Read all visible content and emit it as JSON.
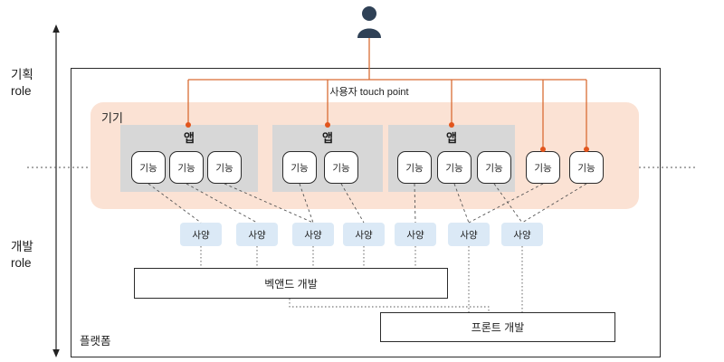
{
  "roles": {
    "planning": {
      "line1": "기획",
      "line2": "role"
    },
    "dev": {
      "line1": "개발",
      "line2": "role"
    }
  },
  "touch_point_label": "사용자 touch point",
  "device_label": "기기",
  "platform_label": "플랫폼",
  "apps": [
    {
      "label": "앱",
      "functions": [
        "기능",
        "기능",
        "기능"
      ]
    },
    {
      "label": "앱",
      "functions": [
        "기능",
        "기능"
      ]
    },
    {
      "label": "앱",
      "functions": [
        "기능",
        "기능",
        "기능"
      ]
    }
  ],
  "standalone_functions": [
    "기능",
    "기능"
  ],
  "specs": [
    "사양",
    "사양",
    "사양",
    "사양",
    "사양",
    "사양",
    "사양"
  ],
  "dev_boxes": {
    "backend": "벡앤드 개발",
    "frontend": "프론트 개발"
  },
  "colors": {
    "accent_orange": "#DD6B33",
    "touch_dot": "#E2551D",
    "device_bg": "#FBE2D4",
    "app_bg": "#D7D7D7",
    "spec_bg": "#DBE9F6",
    "person": "#2F4156",
    "line_dark": "#222222"
  }
}
